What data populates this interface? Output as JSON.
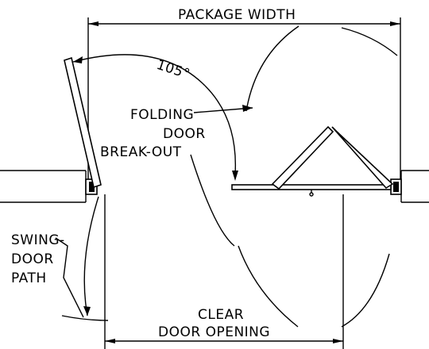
{
  "labels": {
    "package_width": "PACKAGE WIDTH",
    "angle": "105°",
    "folding": "FOLDING",
    "door_1": "DOOR",
    "breakout": "BREAK-OUT",
    "swing": "SWING-",
    "door_2": "DOOR",
    "path": "PATH",
    "clear": "CLEAR",
    "door_opening": "DOOR OPENING"
  },
  "colors": {
    "line": "#000000",
    "background": "#ffffff"
  }
}
